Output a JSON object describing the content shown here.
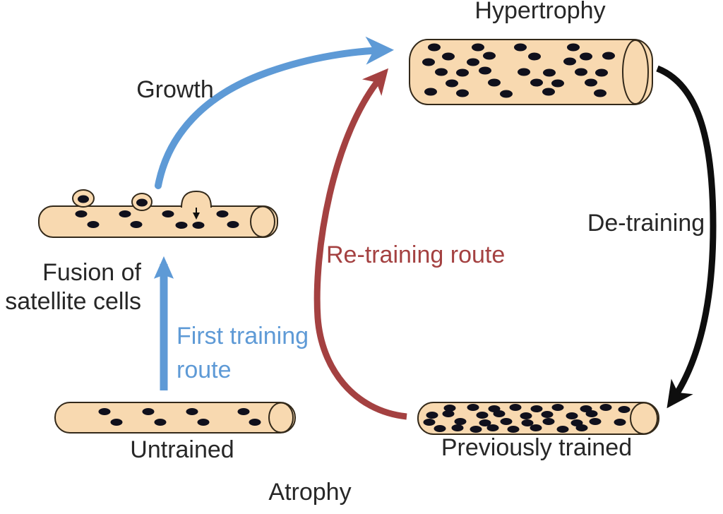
{
  "figure": {
    "kind": "muscle-memory-training-cycle-diagram",
    "labels": {
      "hypertrophy": "Hypertrophy",
      "growth": "Growth",
      "fusion": "Fusion of\nsatellite cells",
      "first_training": "First training\nroute",
      "untrained": "Untrained",
      "retraining": "Re-training route",
      "detraining": "De-training",
      "previously_trained": "Previously trained",
      "atrophy": "Atrophy"
    },
    "colors": {
      "background": "#ffffff",
      "fiber_fill": "#F8D9B0",
      "fiber_outline": "#33291A",
      "nucleus": "#10101C",
      "accent_blue": "#5E9AD6",
      "accent_red": "#A44141",
      "accent_black": "#0E0E0E",
      "text": "#272727"
    },
    "fibers": [
      {
        "id": "untrained",
        "label": "Untrained",
        "nuclei_count": 8,
        "satellite_cells": 0
      },
      {
        "id": "satellite",
        "label": "Fusion of satellite cells",
        "nuclei_count": 9,
        "satellite_cells": 3
      },
      {
        "id": "hypertrophy",
        "label": "Hypertrophy",
        "nuclei_count": 29,
        "satellite_cells": 0
      },
      {
        "id": "previously_trained",
        "label": "Previously trained",
        "nuclei_count": 34,
        "satellite_cells": 0
      }
    ],
    "arrows": [
      {
        "id": "first_training",
        "label": "First training route",
        "color": "#5E9AD6",
        "from": "untrained",
        "to": "fusion of satellite cells"
      },
      {
        "id": "growth",
        "label": "Growth",
        "color": "#5E9AD6",
        "from": "fusion of satellite cells",
        "to": "hypertrophy"
      },
      {
        "id": "detraining",
        "label": "De-training",
        "color": "#0E0E0E",
        "from": "hypertrophy",
        "to": "previously trained"
      },
      {
        "id": "retraining",
        "label": "Re-training route",
        "color": "#A44141",
        "from": "previously trained",
        "to": "hypertrophy"
      },
      {
        "id": "atrophy_note",
        "label": "Atrophy",
        "color": "#272727"
      }
    ]
  }
}
